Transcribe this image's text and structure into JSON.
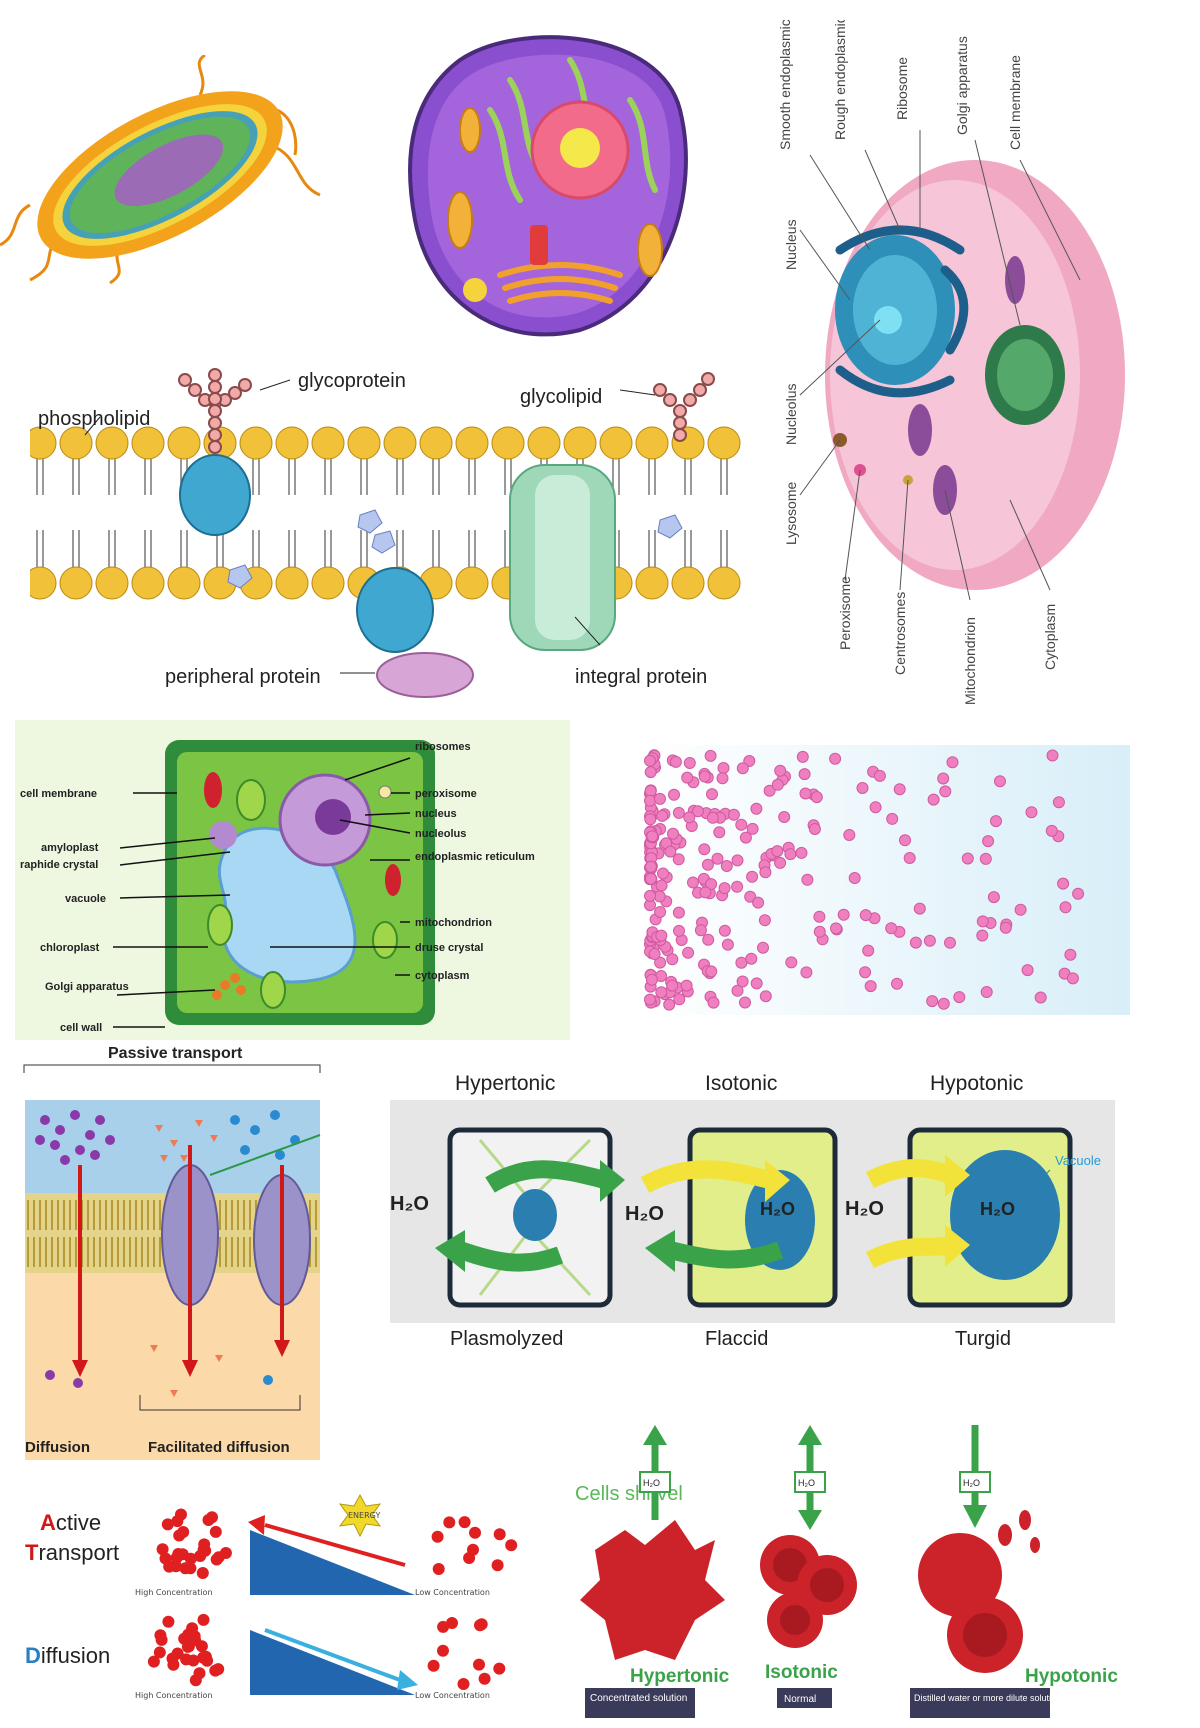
{
  "membrane": {
    "glycoprotein": "glycoprotein",
    "glycolipid": "glycolipid",
    "phospholipid": "phospholipid",
    "peripheral_protein": "peripheral protein",
    "integral_protein": "integral protein"
  },
  "animal_cell": {
    "labels": [
      "Smooth endoplasmic reticulum",
      "Rough endoplasmic reticulum",
      "Ribosome",
      "Golgi apparatus",
      "Cell membrane",
      "Nucleus",
      "Nucleolus",
      "Lysosome",
      "Peroxisome",
      "Centrosomes",
      "Mitochondrion",
      "Cytoplasm"
    ]
  },
  "plant_cell": {
    "left": [
      "cell membrane",
      "amyloplast",
      "raphide crystal",
      "vacuole",
      "chloroplast",
      "Golgi apparatus",
      "cell wall"
    ],
    "right": [
      "ribosomes",
      "peroxisome",
      "nucleus",
      "nucleolus",
      "endoplasmic reticulum",
      "mitochondrion",
      "druse crystal",
      "cytoplasm"
    ]
  },
  "transport": {
    "title": "Passive transport",
    "diffusion": "Diffusion",
    "facilitated": "Facilitated diffusion"
  },
  "tonicity": {
    "headers": [
      "Hypertonic",
      "Isotonic",
      "Hypotonic"
    ],
    "states": [
      "Plasmolyzed",
      "Flaccid",
      "Turgid"
    ],
    "vacuole": "Vacuole",
    "water": "H₂O"
  },
  "active": {
    "active_a": "A",
    "active_rest": "ctive",
    "transport_t": "T",
    "transport_rest": "ransport",
    "diffusion_d": "D",
    "diffusion_rest": "iffusion",
    "energy": "ENERGY",
    "high": "High Concentration",
    "low": "Low Concentration"
  },
  "blood": {
    "cells_shrivel": "Cells shrivel",
    "hypertonic": "Hypertonic",
    "isotonic": "Isotonic",
    "hypotonic": "Hypotonic",
    "concentrated": "Concentrated solution",
    "normal": "Normal",
    "dilute": "Distilled water or more dilute solution",
    "water": "H₂O"
  },
  "colors": {
    "phospholipid_head": "#f2c13a",
    "membrane_protein": "#3fa7d0",
    "plant_cell_green": "#7cc544",
    "arrow_green": "#3aa34a",
    "arrow_yellow": "#f2e23a",
    "rbc_red": "#cc2229",
    "active_red": "#e02020",
    "diffusion_blue": "#2a7fc1"
  }
}
